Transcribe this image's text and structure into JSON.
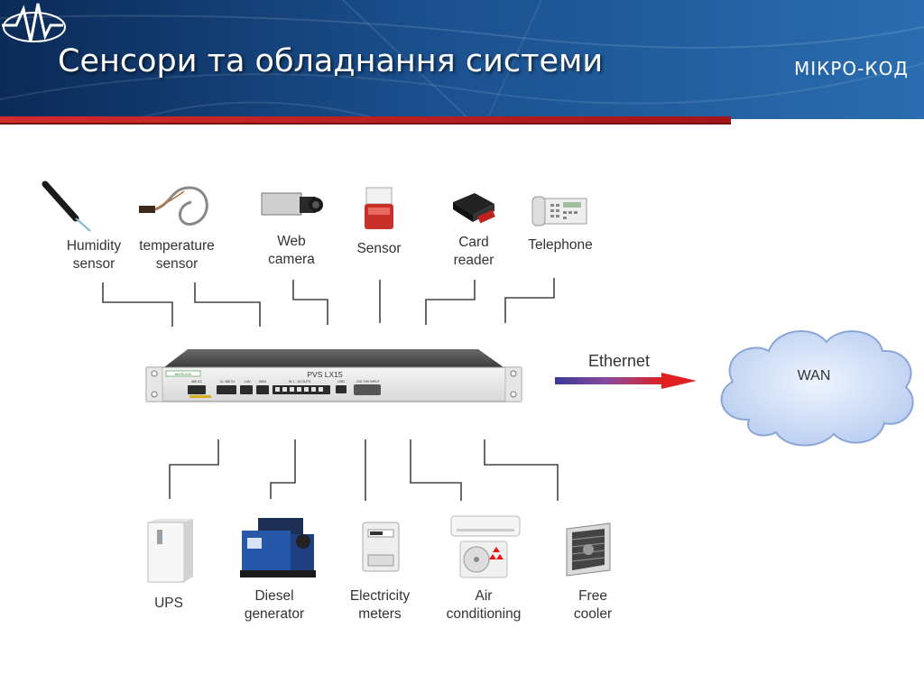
{
  "header": {
    "title": "Сенсори  та обладнання системи",
    "logo_text": "МІКРО-КОД",
    "colors": {
      "navy": "#0d2b55",
      "blue": "#1e5b9a",
      "stripe": "#c8202a"
    }
  },
  "unit": {
    "model": "PVS LX15",
    "brand": "MIKRO-KOD",
    "port_labels": [
      "485 I2C",
      "CL 485 S1",
      "LAN",
      "WAN",
      "IN 1 - 16 OUTS",
      "USB",
      "DIG TWI INPUT"
    ]
  },
  "top_devices": [
    {
      "id": "humidity",
      "label": "Humidity\nsensor",
      "icon": "humidity-probe-icon"
    },
    {
      "id": "temperature",
      "label": "temperature\nsensor",
      "icon": "thermocouple-icon"
    },
    {
      "id": "camera",
      "label": "Web\ncamera",
      "icon": "camera-icon"
    },
    {
      "id": "sensor",
      "label": "Sensor",
      "icon": "siren-icon"
    },
    {
      "id": "card",
      "label": "Card\nreader",
      "icon": "card-reader-icon"
    },
    {
      "id": "phone",
      "label": "Telephone",
      "icon": "telephone-icon"
    }
  ],
  "bottom_devices": [
    {
      "id": "ups",
      "label": "UPS",
      "icon": "ups-icon"
    },
    {
      "id": "diesel",
      "label": "Diesel\ngenerator",
      "icon": "generator-icon"
    },
    {
      "id": "meter",
      "label": "Electricity\nmeters",
      "icon": "meter-icon"
    },
    {
      "id": "aircon",
      "label": "Air\nconditioning",
      "icon": "air-conditioner-icon"
    },
    {
      "id": "cooler",
      "label": "Free\ncooler",
      "icon": "fan-icon"
    }
  ],
  "network": {
    "link_label": "Ethernet",
    "cloud_label": "WAN"
  }
}
